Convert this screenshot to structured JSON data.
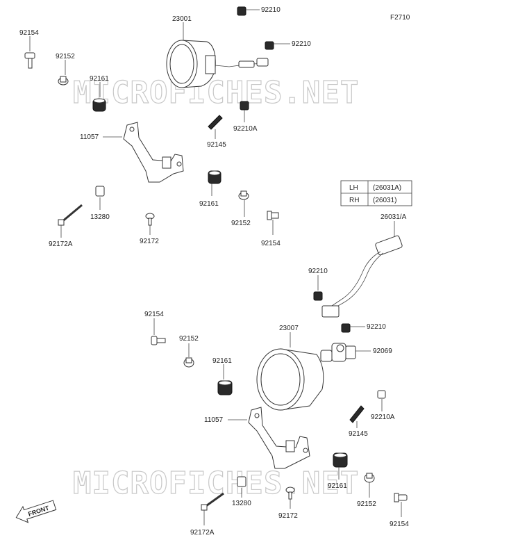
{
  "diagram_ref": "F2710",
  "watermark_text": "MICROFICHES.NET",
  "side_table": [
    {
      "side": "LH",
      "part": "(26031A)"
    },
    {
      "side": "RH",
      "part": "(26031)"
    }
  ],
  "front_label": "FRONT",
  "labels": {
    "upper_lamp": "23001",
    "upper_clip_a": "92210",
    "upper_clip_b": "92210",
    "upper_bolt_left": "92154",
    "upper_collar_left": "92152",
    "upper_grommet_left": "92161",
    "upper_bracket": "11057",
    "upper_spring": "92145",
    "upper_nut": "92210A",
    "upper_grommet_right": "92161",
    "upper_collar_right": "92152",
    "upper_bolt_right": "92154",
    "upper_clamp": "13280",
    "upper_pin": "92172A",
    "upper_screw": "92172",
    "harness": "26031/A",
    "mid_clip": "92210",
    "lower_bolt_left": "92154",
    "lower_collar_left": "92152",
    "lower_grommet_left": "92161",
    "lower_lamp": "23007",
    "lower_clip": "92210",
    "bulb": "92069",
    "lower_nut": "92210A",
    "lower_spring": "92145",
    "lower_bracket": "11057",
    "lower_grommet_right": "92161",
    "lower_collar_right": "92152",
    "lower_bolt_right": "92154",
    "lower_clamp": "13280",
    "lower_screw": "92172",
    "lower_pin": "92172A"
  }
}
